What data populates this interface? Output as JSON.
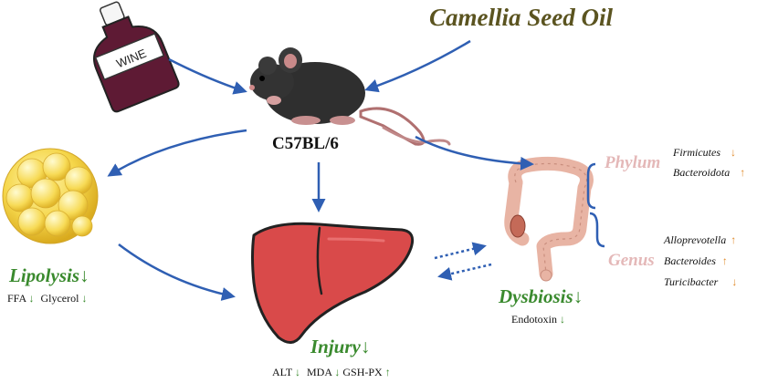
{
  "title": "Camellia Seed Oil",
  "wine_label": "WINE",
  "mouse_label": "C57BL/6",
  "lipolysis": {
    "heading": "Lipolysis",
    "arrow": "↓",
    "markers": [
      {
        "name": "FFA",
        "arrow": "↓"
      },
      {
        "name": "Glycerol",
        "arrow": "↓"
      }
    ]
  },
  "injury": {
    "heading": "Injury",
    "arrow": "↓",
    "markers": [
      {
        "name": "ALT",
        "arrow": "↓"
      },
      {
        "name": "MDA",
        "arrow": "↓"
      },
      {
        "name": "GSH-PX",
        "arrow": "↑"
      }
    ]
  },
  "dysbiosis": {
    "heading": "Dysbiosis",
    "arrow": "↓",
    "markers": [
      {
        "name": "Endotoxin",
        "arrow": "↓"
      }
    ]
  },
  "phylum": {
    "heading": "Phylum",
    "items": [
      {
        "name": "Firmicutes",
        "arrow": "↓"
      },
      {
        "name": "Bacteroidota",
        "arrow": "↑"
      }
    ]
  },
  "genus": {
    "heading": "Genus",
    "items": [
      {
        "name": "Alloprevotella",
        "arrow": "↑"
      },
      {
        "name": "Bacteroides",
        "arrow": "↑"
      },
      {
        "name": "Turicibacter",
        "arrow": "↓"
      }
    ]
  },
  "colors": {
    "arrow_blue": "#2f5fb3",
    "green": "#3a8a2e",
    "orange": "#e08a2a",
    "title_olive": "#5b5420",
    "taxon_pink": "#e4b8b8",
    "liver_red": "#d94a4a",
    "wine_purple": "#5e1a34",
    "fat_yellow": "#f5d64a"
  }
}
